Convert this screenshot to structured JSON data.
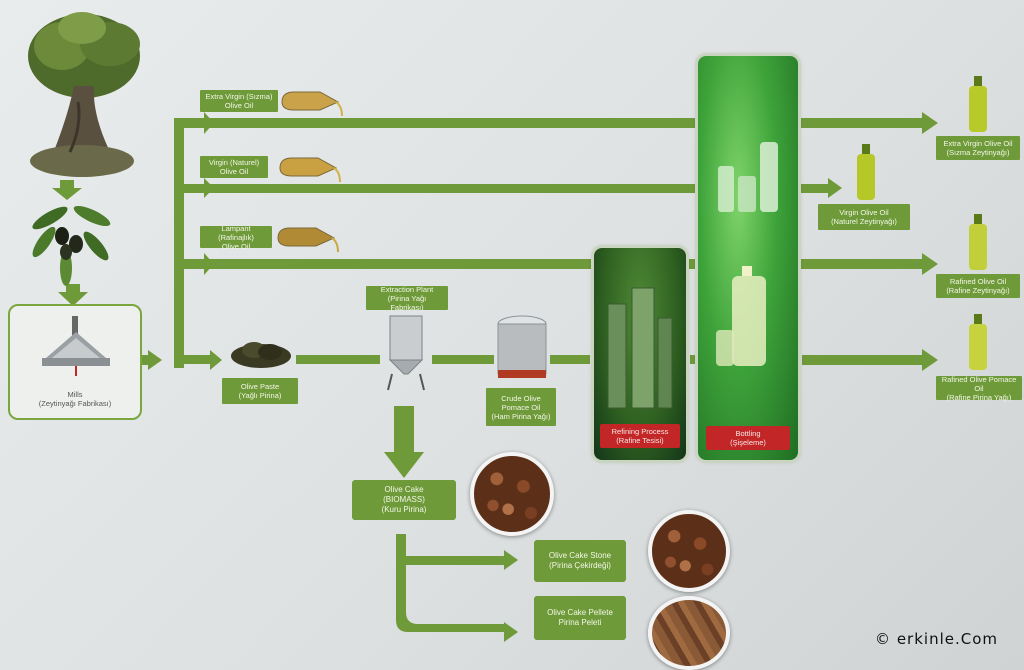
{
  "mills": {
    "title": "Mills",
    "subtitle": "(Zeytinyağı Fabrikası)"
  },
  "olive_paste": {
    "line1": "Olive Paste",
    "line2": "(Yağlı Pirina)"
  },
  "extraction_plant": {
    "line1": "Extraction Plant",
    "line2": "(Pirina Yağı Fabrikası)"
  },
  "crude_oil": {
    "line1": "Crude Olive",
    "line2": "Pomace Oil",
    "line3": "(Ham Pirina Yağı)"
  },
  "inputs": [
    {
      "line1": "Extra Virgin (Sızma)",
      "line2": "Olive Oil"
    },
    {
      "line1": "Virgin (Naturel)",
      "line2": "Olive Oil"
    },
    {
      "line1": "Lampant (Rafinajlık)",
      "line2": "Olive Oil"
    }
  ],
  "refining": {
    "line1": "Refining Process",
    "line2": "(Rafine Tesisi)"
  },
  "bottling": {
    "line1": "Bottling",
    "line2": "(Şişeleme)"
  },
  "outputs": [
    {
      "line1": "Extra Virgin Olive Oil",
      "line2": "(Sızma Zeytinyağı)"
    },
    {
      "line1": "Virgin Olive Oil",
      "line2": "(Naturel Zeytinyağı)"
    },
    {
      "line1": "Rafined Olive Oil",
      "line2": "(Rafine Zeytinyağı)"
    },
    {
      "line1": "Rafined Olive Pomace Oil",
      "line2": "(Rafine Pirina Yağı)"
    }
  ],
  "olive_cake": {
    "line1": "Olive Cake",
    "line2": "(BIOMASS)",
    "line3": "(Kuru Pirina)"
  },
  "cake_stone": {
    "line1": "Olive Cake Stone",
    "line2": "(Pirina Çekirdeği)"
  },
  "cake_pellete": {
    "line1": "Olive Cake Pellete",
    "line2": "Pirina Peleti"
  },
  "copyright": "© erkinle.Com",
  "colors": {
    "arrow": "#6f9a3a",
    "label_bg": "#6f9a3a",
    "panel": "#3ea33a",
    "red_label": "#c32626"
  }
}
